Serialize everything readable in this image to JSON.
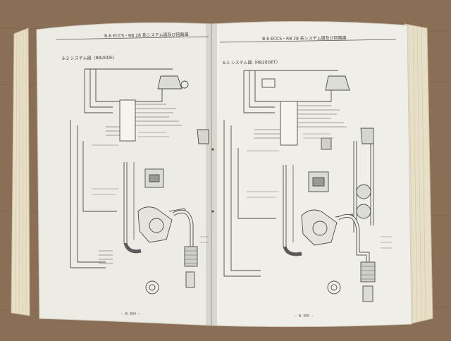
{
  "photo": {
    "subject": "open-service-manual",
    "colors": {
      "table": "#8a6e55",
      "table_dark": "#6f5642",
      "page": "#ecebe4",
      "page_shadow": "#d9d6cc",
      "page_edge": "#e8dfc8",
      "line": "#4a4a4a"
    }
  },
  "left_page": {
    "header": "B-6 ECCS・RB 28 系システム図及び回路図",
    "section_title": "6-2 システム図（RB20DE）",
    "page_number": "— B-394 —"
  },
  "right_page": {
    "header": "B-6 ECCS・RB 28 系システム図及び回路図",
    "section_title": "6-1 システム図（RB20DET）",
    "page_number": "— B-395 —"
  }
}
